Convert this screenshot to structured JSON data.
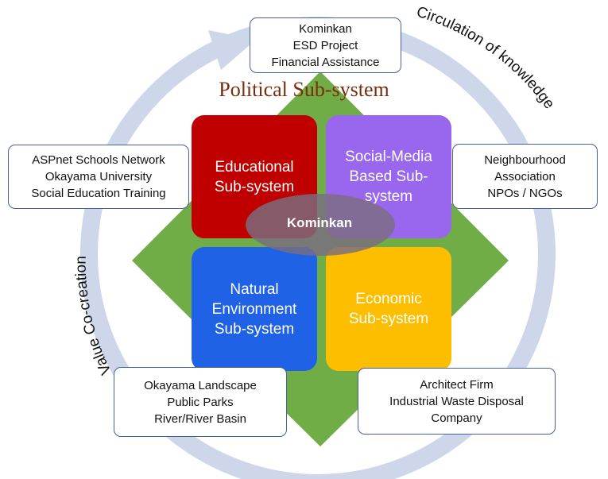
{
  "diagram": {
    "title": "Political Sub-system",
    "core": "Kominkan",
    "arc_labels": {
      "top_right": "Circulation of knowledge",
      "left": "Value Co-creation"
    },
    "quadrants": {
      "educational": {
        "lines": [
          "Educational",
          "Sub-system"
        ],
        "color": "#c00000"
      },
      "social_media": {
        "lines": [
          "Social-Media",
          "Based Sub-",
          "system"
        ],
        "color": "#9966ee"
      },
      "natural": {
        "lines": [
          "Natural",
          "Environment",
          "Sub-system"
        ],
        "color": "#1f62e6"
      },
      "economic": {
        "lines": [
          "Economic",
          "Sub-system"
        ],
        "color": "#fdbe00"
      }
    },
    "boxes": {
      "top": [
        "Kominkan",
        "ESD Project",
        "Financial Assistance"
      ],
      "left": [
        "ASPnet Schools Network",
        "Okayama University",
        "Social Education Training"
      ],
      "right": [
        "Neighbourhood",
        "Association",
        "NPOs / NGOs"
      ],
      "bottom_left": [
        "Okayama Landscape",
        "Public Parks",
        "River/River Basin"
      ],
      "bottom_right": [
        "Architect Firm",
        "Industrial Waste Disposal",
        "Company"
      ]
    },
    "colors": {
      "ring": "#ced7ea",
      "diamond": "#70ad47",
      "title": "#7b2c0c",
      "box_border": "#45619a",
      "core_ellipse": "#7a6e80"
    }
  }
}
